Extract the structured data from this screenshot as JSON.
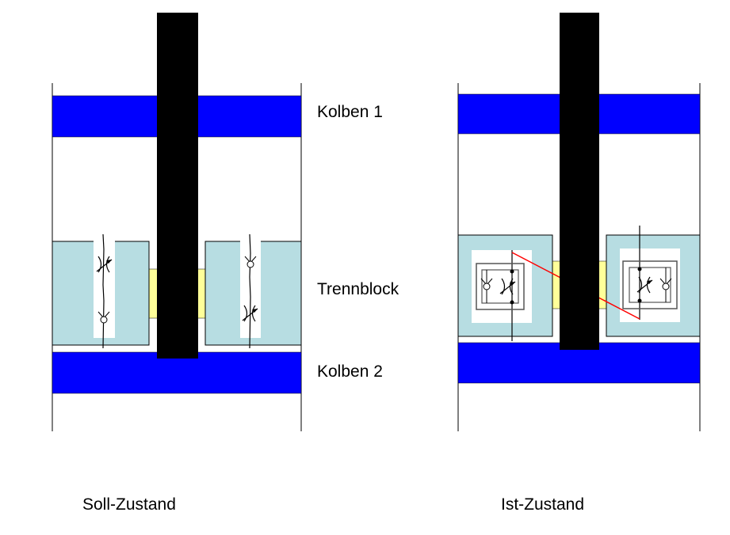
{
  "labels": {
    "kolben1": "Kolben 1",
    "trennblock": "Trennblock",
    "kolben2": "Kolben 2",
    "soll": "Soll-Zustand",
    "ist": "Ist-Zustand"
  },
  "colors": {
    "piston": "#0000ff",
    "block": "#b7dde2",
    "spacer": "#ffff99",
    "rod": "#000000",
    "line": "#000000",
    "symbol": "#555555",
    "misalign": "#ff0000"
  }
}
